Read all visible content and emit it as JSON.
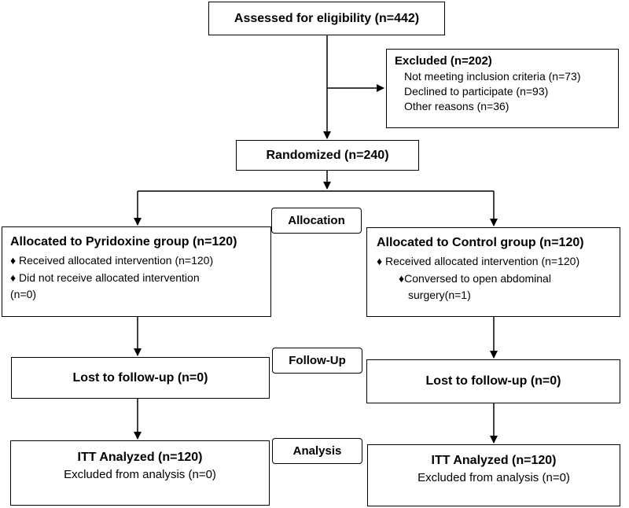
{
  "assessed": "Assessed for eligibility (n=442)",
  "excluded": {
    "title": "Excluded (n=202)",
    "items": [
      "Not meeting inclusion criteria (n=73)",
      "Declined to participate (n=93)",
      "Other reasons (n=36)"
    ]
  },
  "randomized": "Randomized (n=240)",
  "stage_labels": {
    "allocation": "Allocation",
    "followup": "Follow-Up",
    "analysis": "Analysis"
  },
  "left": {
    "allocated": "Allocated to Pyridoxine group (n=120)",
    "received": "♦ Received allocated intervention (n=120)",
    "not_received": "♦ Did not receive allocated intervention",
    "not_received_n": "(n=0)",
    "lost": "Lost to follow-up (n=0)",
    "itt": "ITT Analyzed (n=120)",
    "excluded_analysis": "Excluded from analysis (n=0)"
  },
  "right": {
    "allocated": "Allocated to Control group (n=120)",
    "received": "♦ Received allocated intervention (n=120)",
    "converted": "♦Conversed to open abdominal",
    "converted_2": "surgery(n=1)",
    "lost": "Lost to follow-up (n=0)",
    "itt": "ITT Analyzed (n=120)",
    "excluded_analysis": "Excluded from analysis (n=0)"
  }
}
